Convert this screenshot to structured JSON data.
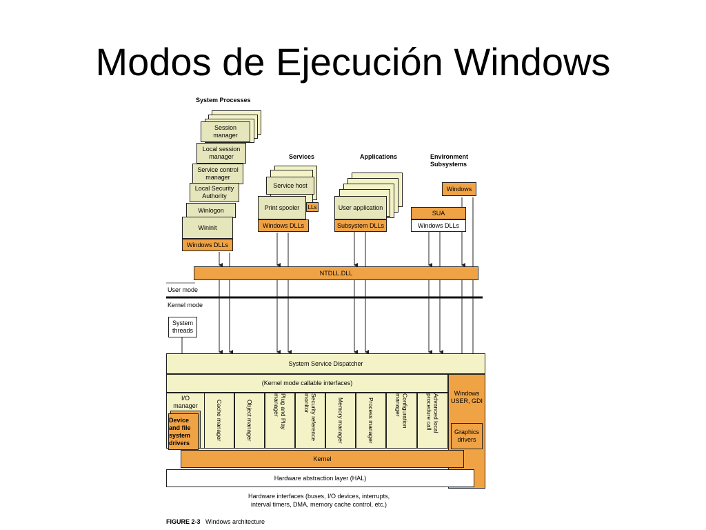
{
  "slide": {
    "title": "Modos de Ejecución Windows"
  },
  "diagram": {
    "groups": {
      "system_processes": "System Processes",
      "services": "Services",
      "applications": "Applications",
      "environment_subsystems": "Environment Subsystems"
    },
    "system_processes": {
      "items": [
        "Session manager",
        "Local session manager",
        "Service control manager",
        "Local Security Authority",
        "Winlogon",
        "Wininit"
      ],
      "dlls": "Windows DLLs"
    },
    "services": {
      "host": "Service host",
      "spooler": "Print spooler",
      "dlls": "Windows DLLs",
      "dlls_partial": "LLs"
    },
    "applications": {
      "user_app": "User application",
      "dlls": "Subsystem DLLs"
    },
    "environment": {
      "windows": "Windows",
      "sua": "SUA",
      "dlls": "Windows DLLs"
    },
    "ntdll": "NTDLL.DLL",
    "user_mode": "User mode",
    "kernel_mode": "Kernel mode",
    "system_threads": "System threads",
    "dispatcher": "System Service Dispatcher",
    "kernel_interfaces": "(Kernel mode callable interfaces)",
    "io_manager": "I/O manager",
    "device_drivers": "Device and file system drivers",
    "managers": [
      "Cache manager",
      "Object manager",
      "Plug and Play manager",
      "Security reference monitor",
      "Memory manager",
      "Process manager",
      "Configuration manager",
      "Advanced local procedure call"
    ],
    "windows_user_gdi": "Windows USER, GDI",
    "graphics_drivers": "Graphics drivers",
    "kernel": "Kernel",
    "hal": "Hardware abstraction layer (HAL)",
    "hardware_interfaces_line1": "Hardware interfaces (buses, I/O devices, interrupts,",
    "hardware_interfaces_line2": "interval timers, DMA, memory cache control, etc.)",
    "figure_label": "FIGURE 2-3",
    "figure_caption": "Windows architecture"
  }
}
